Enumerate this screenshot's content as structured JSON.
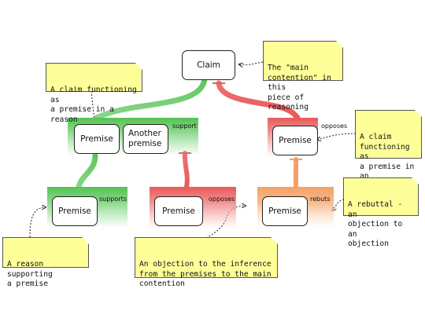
{
  "nodes": {
    "claim": "Claim",
    "premise_left": "Premise",
    "another_premise": "Another\npremise",
    "premise_right": "Premise",
    "premise_support": "Premise",
    "premise_oppose": "Premise",
    "premise_rebut": "Premise"
  },
  "tags": {
    "support": "support",
    "opposes_top": "opposes",
    "supports": "supports",
    "opposes_mid": "opposes",
    "rebuts": "rebuts"
  },
  "notes": {
    "main_contention": "The \"main\ncontention\" in this\npiece of reasoning",
    "claim_premise_reason": "A claim functioning as\na premise in a reason",
    "claim_premise_objection": "A claim\nfunctioning as\na premise in an\nobjection",
    "rebuttal": "A rebuttal - an\nobjection to an\nobjection",
    "reason_supporting": "A reason supporting\na premise",
    "objection_inference": "An objection to the inference\nfrom the premises to the main\ncontention"
  },
  "colors": {
    "support": "#55c255",
    "oppose": "#e85a5a",
    "rebut": "#f4a066",
    "note": "#ffff99"
  }
}
